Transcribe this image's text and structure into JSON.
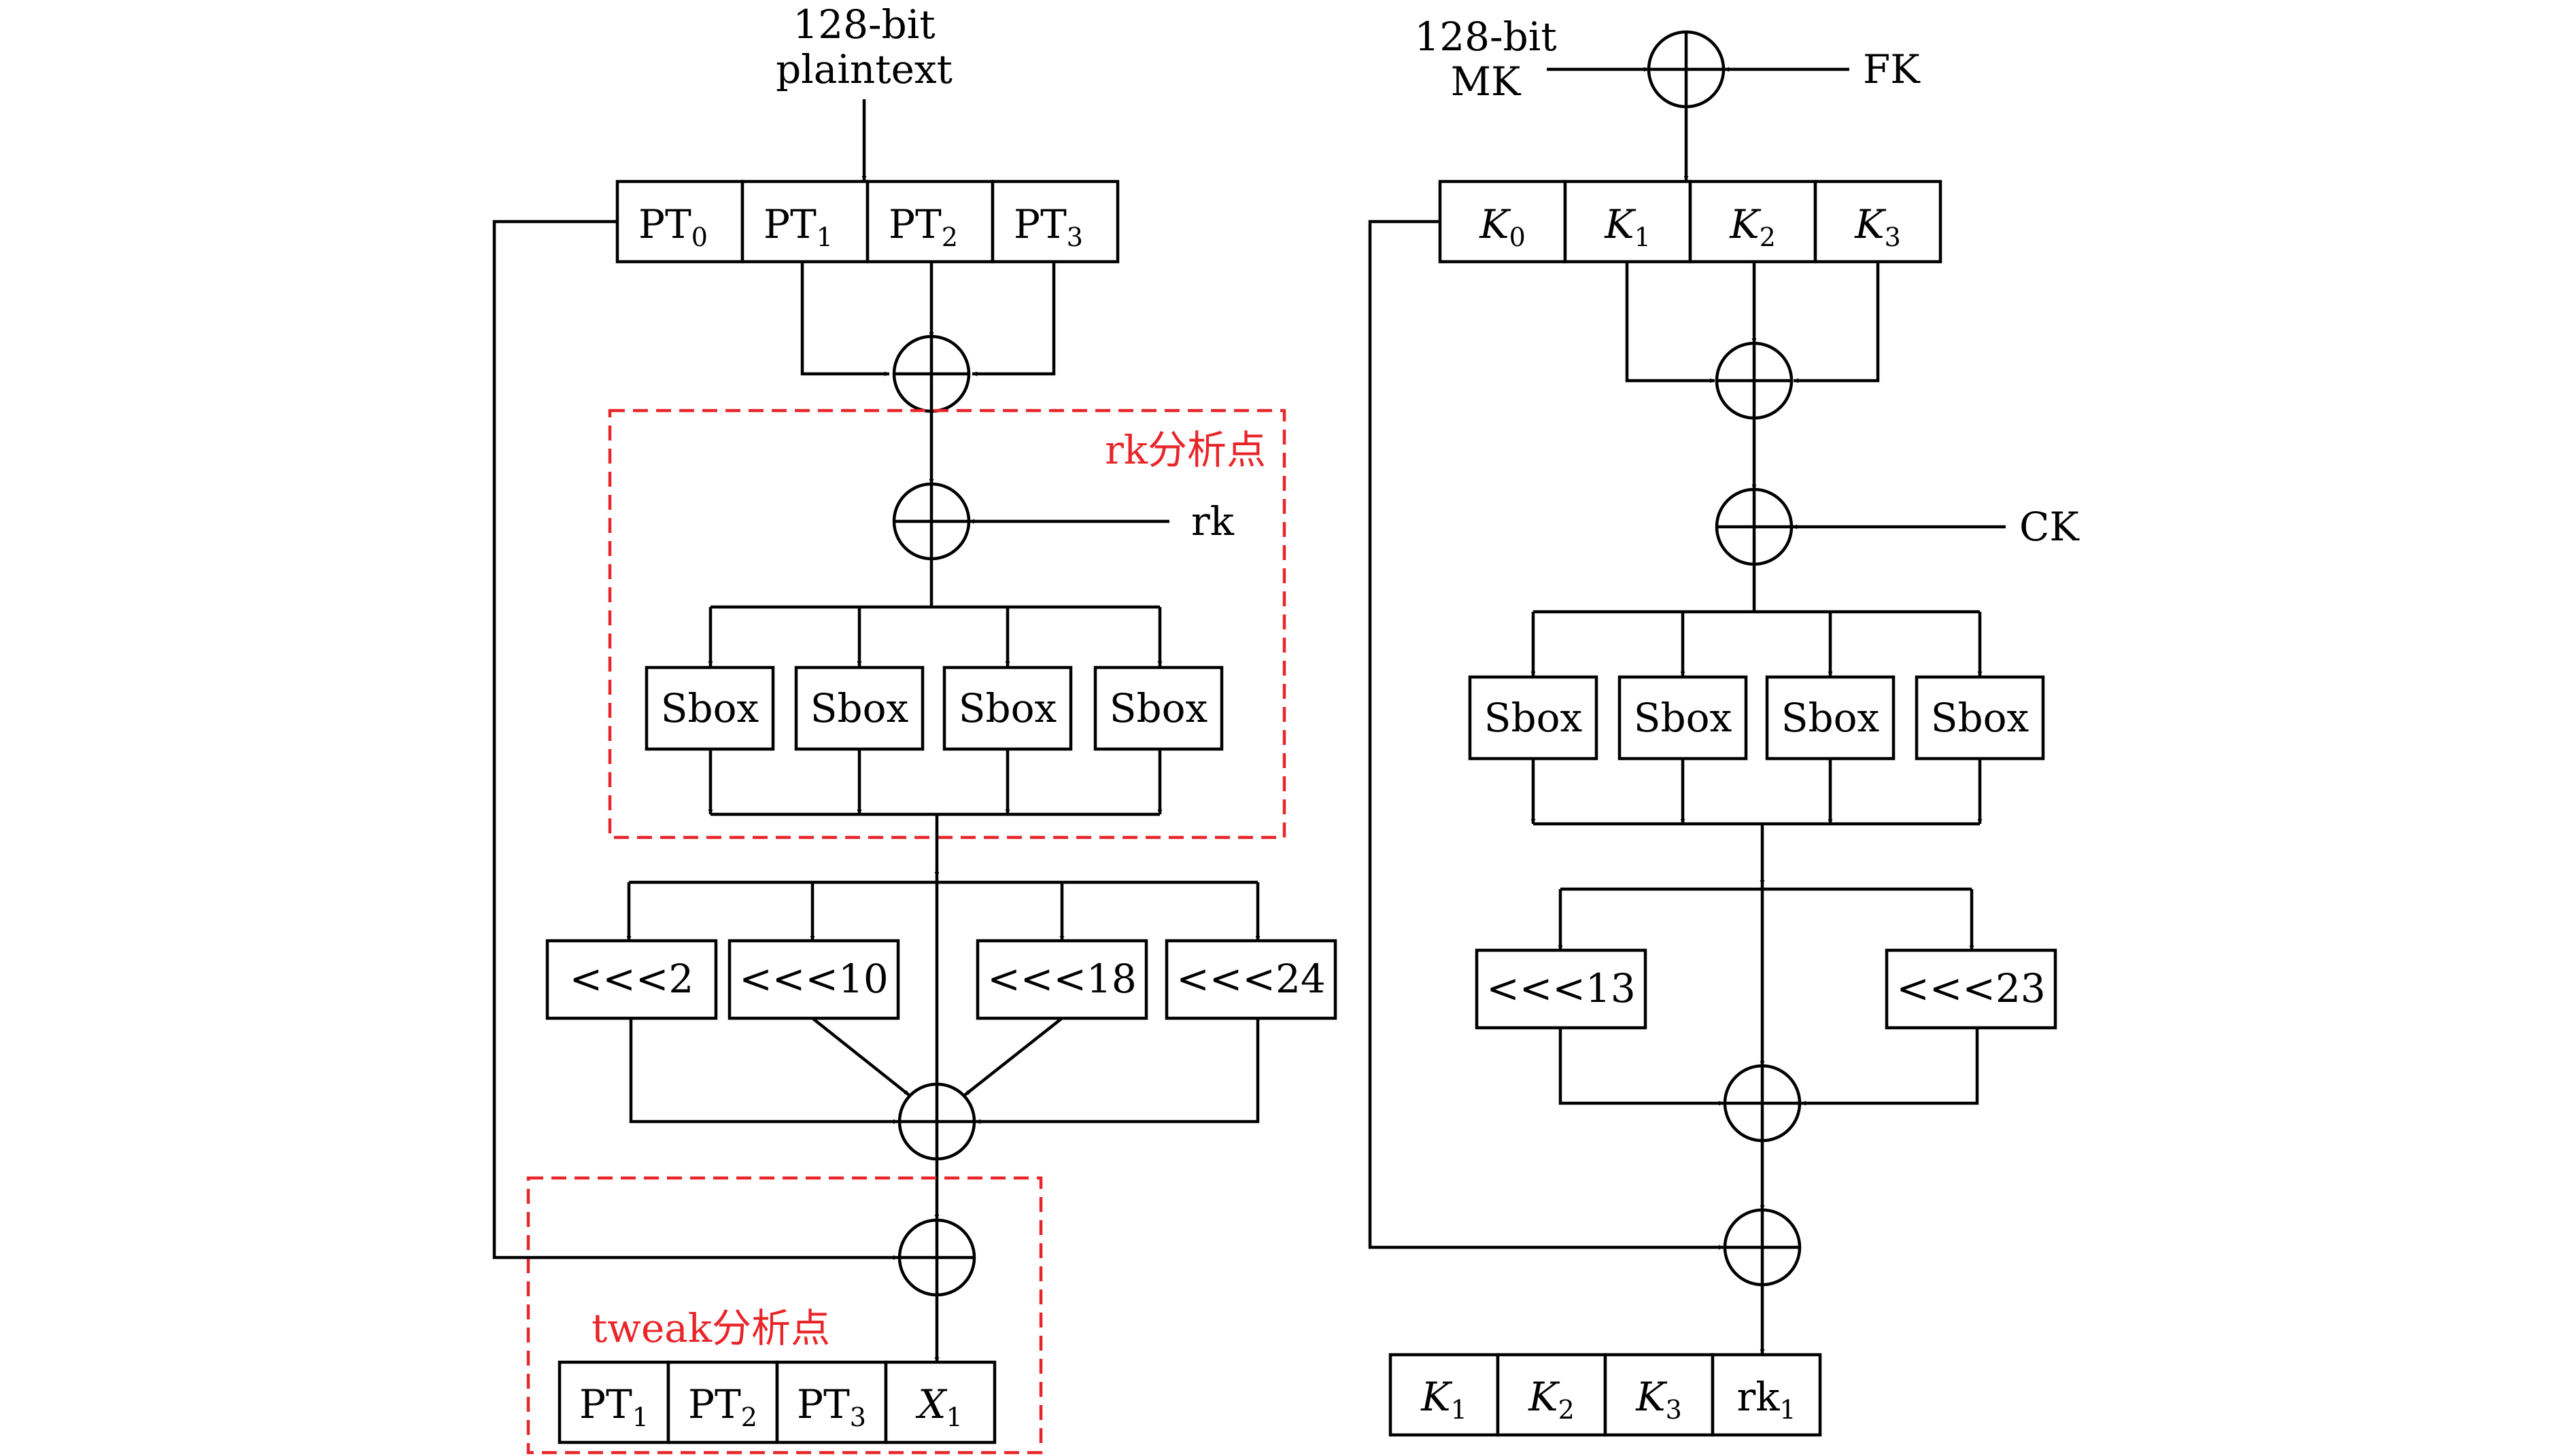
{
  "colors": {
    "annotation": "#e8262a",
    "stroke": "#000000"
  },
  "encryption": {
    "input_label": [
      "128-bit",
      "plaintext"
    ],
    "pt_cells": [
      {
        "main": "PT",
        "sub": "0"
      },
      {
        "main": "PT",
        "sub": "1"
      },
      {
        "main": "PT",
        "sub": "2"
      },
      {
        "main": "PT",
        "sub": "3"
      }
    ],
    "rk_label": "rk",
    "rk_region_label": "rk分析点",
    "sbox_labels": [
      "Sbox",
      "Sbox",
      "Sbox",
      "Sbox"
    ],
    "rotations": [
      "<<<2",
      "<<<10",
      "<<<18",
      "<<<24"
    ],
    "tweak_region_label": "tweak分析点",
    "output_cells": [
      {
        "main": "PT",
        "sub": "1",
        "italic": false
      },
      {
        "main": "PT",
        "sub": "2",
        "italic": false
      },
      {
        "main": "PT",
        "sub": "3",
        "italic": false
      },
      {
        "main": "X",
        "sub": "1",
        "italic": true
      }
    ]
  },
  "key_schedule": {
    "mk_label": [
      "128-bit",
      "MK"
    ],
    "fk_label": "FK",
    "k_cells": [
      {
        "main": "K",
        "sub": "0"
      },
      {
        "main": "K",
        "sub": "1"
      },
      {
        "main": "K",
        "sub": "2"
      },
      {
        "main": "K",
        "sub": "3"
      }
    ],
    "ck_label": "CK",
    "sbox_labels": [
      "Sbox",
      "Sbox",
      "Sbox",
      "Sbox"
    ],
    "rotations": [
      "<<<13",
      "<<<23"
    ],
    "output_cells": [
      {
        "main": "K",
        "sub": "1",
        "italic": true
      },
      {
        "main": "K",
        "sub": "2",
        "italic": true
      },
      {
        "main": "K",
        "sub": "3",
        "italic": true
      },
      {
        "main": "rk",
        "sub": "1",
        "italic": false
      }
    ]
  }
}
